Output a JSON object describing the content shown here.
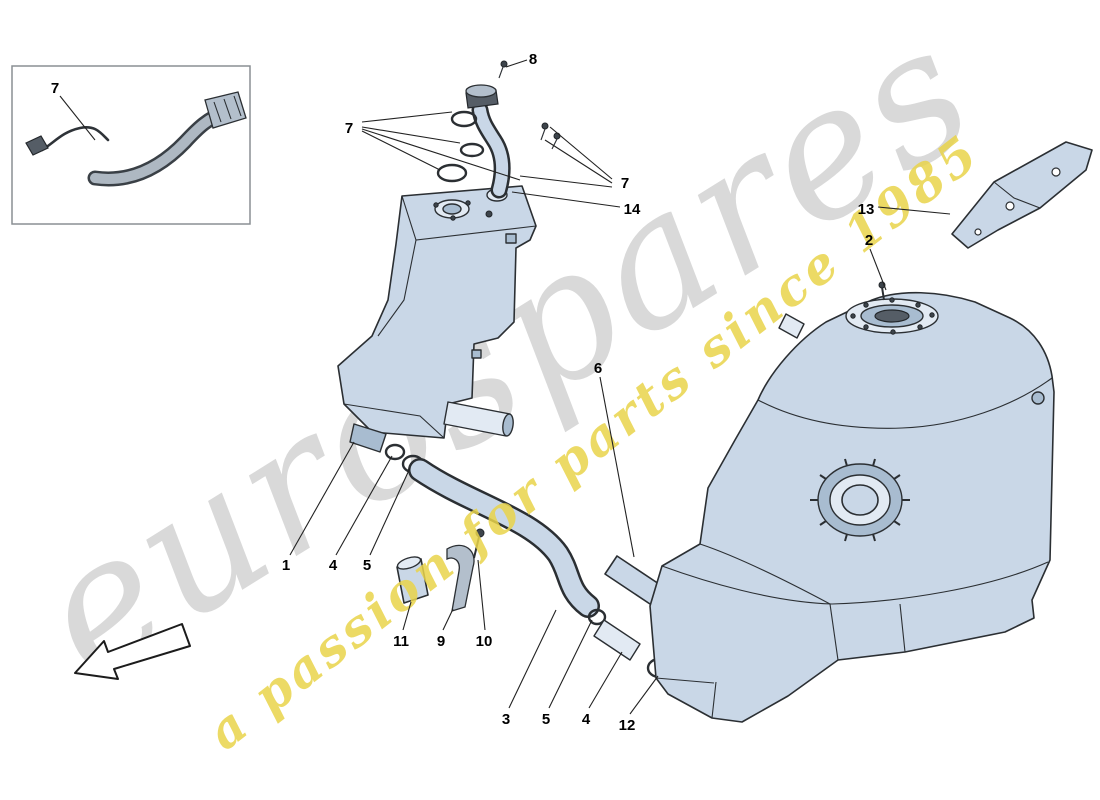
{
  "watermark": {
    "brand": "eurospares",
    "tagline": "a passion for parts since 1985"
  },
  "colors": {
    "part-fill": "#c9d7e7",
    "part-fill-dark": "#a8bcd0",
    "part-fill-light": "#e2eaf3",
    "outline": "#2b2f33",
    "metal": "#b3bfcc",
    "watermark-gray": "#d9d9d9",
    "watermark-yellow": "#e9d44b",
    "label": "#000000",
    "inset-border": "#8a8f94"
  },
  "callouts": {
    "inset_7": {
      "label": "7"
    },
    "top_8": {
      "label": "8"
    },
    "left_7": {
      "label": "7"
    },
    "right_7": {
      "label": "7"
    },
    "neck_14": {
      "label": "14"
    },
    "bracket_13": {
      "label": "13"
    },
    "cap_2": {
      "label": "2"
    },
    "hose_6": {
      "label": "6"
    },
    "outlet_1": {
      "label": "1"
    },
    "oring_4a": {
      "label": "4"
    },
    "clamp_5a": {
      "label": "5"
    },
    "spacer_11": {
      "label": "11"
    },
    "clamp_9": {
      "label": "9"
    },
    "bolt_10": {
      "label": "10"
    },
    "hose_3": {
      "label": "3"
    },
    "oring_5b": {
      "label": "5"
    },
    "fitting_4b": {
      "label": "4"
    },
    "clamp_12": {
      "label": "12"
    }
  }
}
